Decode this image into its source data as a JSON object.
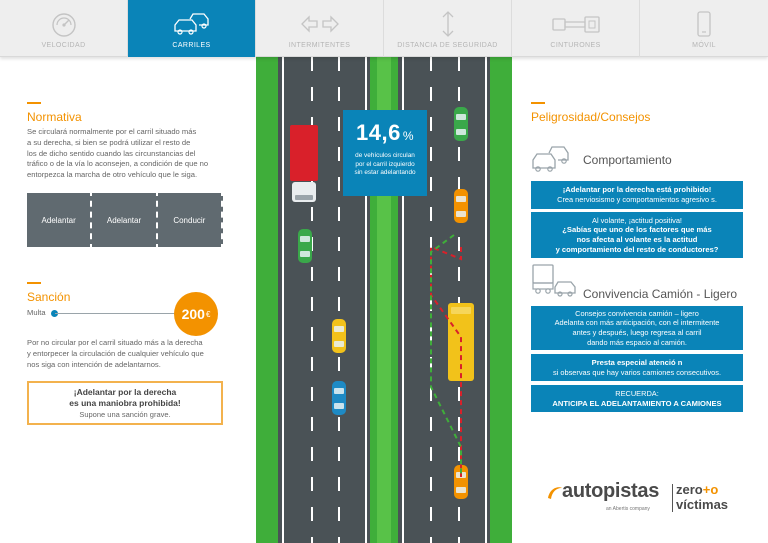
{
  "nav": {
    "tabs": [
      {
        "label": "VELOCIDAD",
        "icon": "speedometer-icon",
        "active": false
      },
      {
        "label": "CARRILES",
        "icon": "cars-icon",
        "active": true
      },
      {
        "label": "INTERMITENTES",
        "icon": "turn-signal-arrows-icon",
        "active": false
      },
      {
        "label": "DISTANCIA DE SEGURIDAD",
        "icon": "vertical-arrows-icon",
        "active": false
      },
      {
        "label": "CINTURONES",
        "icon": "seatbelt-icon",
        "active": false
      },
      {
        "label": "MÓVIL",
        "icon": "mobile-phone-icon",
        "active": false
      }
    ]
  },
  "normativa": {
    "title": "Normativa",
    "lines": [
      "Se circulará normalmente por el carril situado más",
      "a su derecha, si bien se podrá utilizar el resto de",
      "los de dicho sentido cuando las circunstancias del",
      "tráfico o de la vía lo aconsejen, a condición de que no",
      "entorpezca la marcha de otro vehículo que le siga."
    ],
    "lanes": [
      "Adelantar",
      "Adelantar",
      "Conducir"
    ]
  },
  "sancion": {
    "title": "Sanción",
    "multa_label": "Multa",
    "amount": "200",
    "currency": "€",
    "lines": [
      "Por no circular por el carril situado más a la derecha",
      "y entorpecer la circulación de cualquier vehículo que",
      "nos siga con intención de adelantarnos."
    ],
    "warning": {
      "line1": "¡Adelantar por la derecha",
      "line2": "es una maniobra prohibida!",
      "sub": "Supone una sanción grave."
    }
  },
  "stat": {
    "value": "14,6",
    "unit": "%",
    "lines": [
      "de vehículos circulan",
      "por el carril izquierdo",
      "sin estar adelantando"
    ]
  },
  "right": {
    "title": "Peligrosidad/Consejos",
    "comportamiento": {
      "title": "Comportamiento",
      "box1": {
        "bold": "¡Adelantar por la derecha está prohibido!",
        "line": "Crea nerviosismo y comportamientos agresivo s."
      },
      "box2": {
        "line1": "Al volante, ¡actitud positiva!",
        "bold1": "¿Sabías que uno de los factores que más",
        "bold2": "nos afecta al volante es la actitud",
        "bold3": "y comportamiento del resto de conductores?"
      }
    },
    "convivencia": {
      "title": "Convivencia Camión - Ligero",
      "box1": {
        "line1": "Consejos convivencia camión – ligero",
        "line2": "Adelanta con más anticipación, con el intermitente",
        "line3": "antes y después, luego regresa al carril",
        "line4": "dando más espacio al camión."
      },
      "box2": {
        "bold": "Presta especial atenció n",
        "line": "si observas que hay varios camiones consecutivos."
      },
      "box3": {
        "line": "RECUERDA:",
        "bold": "ANTICIPA EL ADELANTAMIENTO A CAMIONES"
      }
    }
  },
  "logo": {
    "brand": "autopistas",
    "sub": "an Abertis company",
    "tag1_a": "zero",
    "tag1_b": "+o",
    "tag2": "víctimas"
  },
  "colors": {
    "brand_blue": "#0a84b8",
    "accent_orange": "#f39200",
    "road": "#4a5256",
    "grass": "#3fae3a"
  }
}
